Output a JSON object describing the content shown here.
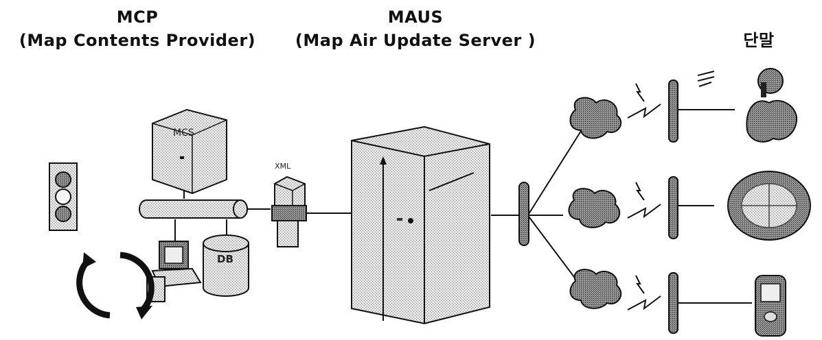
{
  "headers": {
    "mcp_title": "MCP",
    "mcp_subtitle": "(Map Contents Provider)",
    "maus_title": "MAUS",
    "maus_subtitle": "(Map Air Update Server )",
    "terminal_title": "단말"
  },
  "labels": {
    "mcs": "MCS",
    "xml": "XML",
    "db": "DB"
  },
  "colors": {
    "line": "#111111",
    "dither_fill": "#cfcfcf",
    "dark": "#3a3a3a"
  }
}
